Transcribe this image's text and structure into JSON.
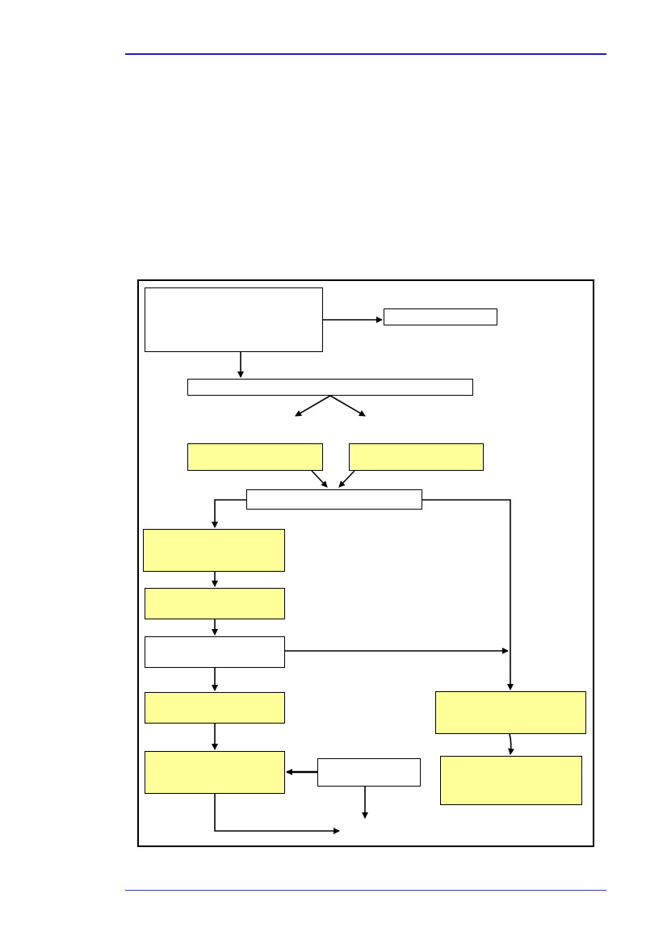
{
  "colors": {
    "rule": "#1f1fb4",
    "box_fill_highlight": "#ffff99",
    "box_fill_plain": "#ffffff",
    "stroke": "#000000"
  },
  "flowchart": {
    "nodes": [
      {
        "id": "n1",
        "label": "",
        "fill": "plain"
      },
      {
        "id": "n2",
        "label": "",
        "fill": "plain"
      },
      {
        "id": "n3",
        "label": "",
        "fill": "plain"
      },
      {
        "id": "n4",
        "label": "",
        "fill": "highlight"
      },
      {
        "id": "n5",
        "label": "",
        "fill": "highlight"
      },
      {
        "id": "n6",
        "label": "",
        "fill": "plain"
      },
      {
        "id": "n7",
        "label": "",
        "fill": "highlight"
      },
      {
        "id": "n8",
        "label": "",
        "fill": "highlight"
      },
      {
        "id": "n9",
        "label": "",
        "fill": "plain"
      },
      {
        "id": "n10",
        "label": "",
        "fill": "highlight"
      },
      {
        "id": "n11",
        "label": "",
        "fill": "highlight"
      },
      {
        "id": "n12",
        "label": "",
        "fill": "plain"
      },
      {
        "id": "n13",
        "label": "",
        "fill": "highlight"
      },
      {
        "id": "n14",
        "label": "",
        "fill": "highlight"
      }
    ],
    "edges": [
      {
        "from": "n1",
        "to": "n2"
      },
      {
        "from": "n1",
        "to": "n3"
      },
      {
        "from": "n3",
        "to": "n4"
      },
      {
        "from": "n3",
        "to": "n5"
      },
      {
        "from": "n4",
        "to": "n6"
      },
      {
        "from": "n5",
        "to": "n6"
      },
      {
        "from": "n6",
        "to": "n7"
      },
      {
        "from": "n6",
        "to": "n13"
      },
      {
        "from": "n7",
        "to": "n8"
      },
      {
        "from": "n8",
        "to": "n9"
      },
      {
        "from": "n9",
        "to": "n10"
      },
      {
        "from": "n9",
        "to": "n13"
      },
      {
        "from": "n10",
        "to": "n11"
      },
      {
        "from": "n12",
        "to": "n11"
      },
      {
        "from": "n12",
        "to": "exit"
      },
      {
        "from": "n11",
        "to": "exit"
      },
      {
        "from": "n13",
        "to": "n14"
      }
    ]
  }
}
